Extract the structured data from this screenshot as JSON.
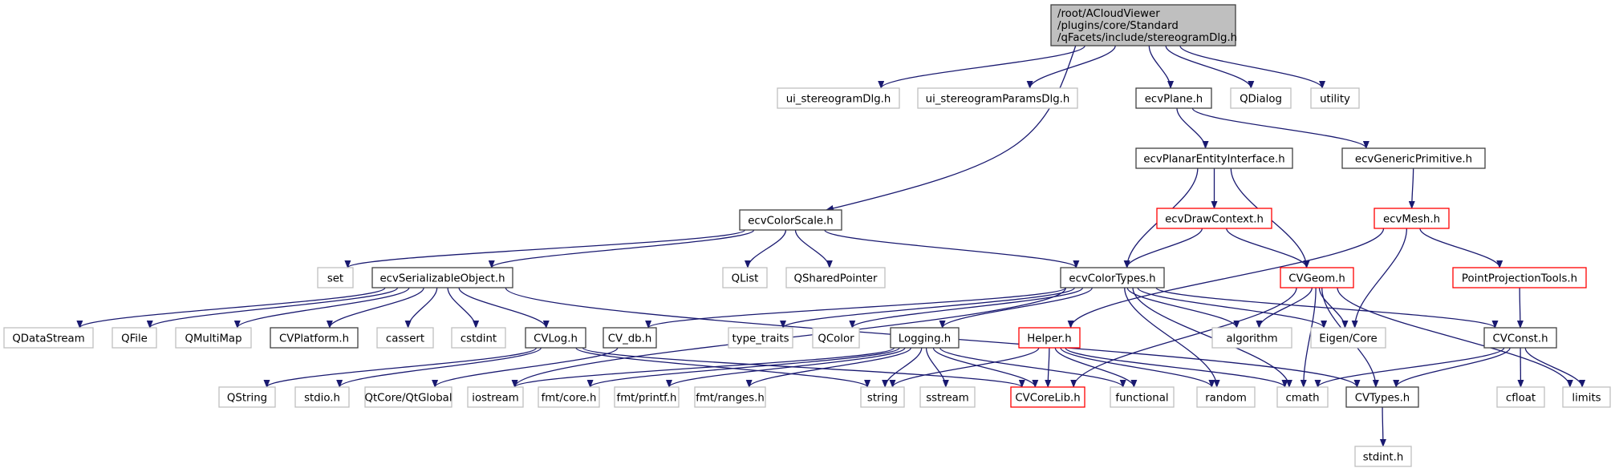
{
  "graph": {
    "title": "Include dependency graph for stereogramDlg.h",
    "colors": {
      "edge": "#191970",
      "root_fill": "#bfbfbf",
      "root_border": "#404040",
      "documented_border": "#404040",
      "external_border": "#bfbfbf",
      "truncated_border": "#ff0000",
      "node_fill": "#ffffff"
    },
    "nodes": [
      {
        "id": "root",
        "label": [
          "/root/ACloudViewer",
          "/plugins/core/Standard",
          "/qFacets/include/stereogramDlg.h"
        ],
        "kind": "root"
      },
      {
        "id": "ui_stereogramDlg",
        "label": [
          "ui_stereogramDlg.h"
        ],
        "kind": "external"
      },
      {
        "id": "ui_stereogramParamsDlg",
        "label": [
          "ui_stereogramParamsDlg.h"
        ],
        "kind": "external"
      },
      {
        "id": "ecvPlane",
        "label": [
          "ecvPlane.h"
        ],
        "kind": "documented"
      },
      {
        "id": "QDialog",
        "label": [
          "QDialog"
        ],
        "kind": "external"
      },
      {
        "id": "utility",
        "label": [
          "utility"
        ],
        "kind": "external"
      },
      {
        "id": "ecvPlanarEntityInterface",
        "label": [
          "ecvPlanarEntityInterface.h"
        ],
        "kind": "documented"
      },
      {
        "id": "ecvGenericPrimitive",
        "label": [
          "ecvGenericPrimitive.h"
        ],
        "kind": "documented"
      },
      {
        "id": "ecvColorScale",
        "label": [
          "ecvColorScale.h"
        ],
        "kind": "documented"
      },
      {
        "id": "ecvDrawContext",
        "label": [
          "ecvDrawContext.h"
        ],
        "kind": "truncated"
      },
      {
        "id": "ecvMesh",
        "label": [
          "ecvMesh.h"
        ],
        "kind": "truncated"
      },
      {
        "id": "set",
        "label": [
          "set"
        ],
        "kind": "external"
      },
      {
        "id": "ecvSerializableObject",
        "label": [
          "ecvSerializableObject.h"
        ],
        "kind": "documented"
      },
      {
        "id": "QList",
        "label": [
          "QList"
        ],
        "kind": "external"
      },
      {
        "id": "QSharedPointer",
        "label": [
          "QSharedPointer"
        ],
        "kind": "external"
      },
      {
        "id": "ecvColorTypes",
        "label": [
          "ecvColorTypes.h"
        ],
        "kind": "documented"
      },
      {
        "id": "CVGeom",
        "label": [
          "CVGeom.h"
        ],
        "kind": "truncated"
      },
      {
        "id": "PointProjectionTools",
        "label": [
          "PointProjectionTools.h"
        ],
        "kind": "truncated"
      },
      {
        "id": "QDataStream",
        "label": [
          "QDataStream"
        ],
        "kind": "external"
      },
      {
        "id": "QFile",
        "label": [
          "QFile"
        ],
        "kind": "external"
      },
      {
        "id": "QMultiMap",
        "label": [
          "QMultiMap"
        ],
        "kind": "external"
      },
      {
        "id": "CVPlatform",
        "label": [
          "CVPlatform.h"
        ],
        "kind": "documented"
      },
      {
        "id": "cassert",
        "label": [
          "cassert"
        ],
        "kind": "external"
      },
      {
        "id": "cstdint",
        "label": [
          "cstdint"
        ],
        "kind": "external"
      },
      {
        "id": "CVLog",
        "label": [
          "CVLog.h"
        ],
        "kind": "documented"
      },
      {
        "id": "CV_db",
        "label": [
          "CV_db.h"
        ],
        "kind": "documented"
      },
      {
        "id": "type_traits",
        "label": [
          "type_traits"
        ],
        "kind": "external"
      },
      {
        "id": "QColor",
        "label": [
          "QColor"
        ],
        "kind": "external"
      },
      {
        "id": "Logging",
        "label": [
          "Logging.h"
        ],
        "kind": "documented"
      },
      {
        "id": "Helper",
        "label": [
          "Helper.h"
        ],
        "kind": "truncated"
      },
      {
        "id": "algorithm",
        "label": [
          "algorithm"
        ],
        "kind": "external"
      },
      {
        "id": "EigenCore",
        "label": [
          "Eigen/Core"
        ],
        "kind": "external"
      },
      {
        "id": "CVConst",
        "label": [
          "CVConst.h"
        ],
        "kind": "documented"
      },
      {
        "id": "QString",
        "label": [
          "QString"
        ],
        "kind": "external"
      },
      {
        "id": "stdio",
        "label": [
          "stdio.h"
        ],
        "kind": "external"
      },
      {
        "id": "QtGlobal",
        "label": [
          "QtCore/QtGlobal"
        ],
        "kind": "external"
      },
      {
        "id": "iostream",
        "label": [
          "iostream"
        ],
        "kind": "external"
      },
      {
        "id": "fmtcore",
        "label": [
          "fmt/core.h"
        ],
        "kind": "external"
      },
      {
        "id": "fmtprintf",
        "label": [
          "fmt/printf.h"
        ],
        "kind": "external"
      },
      {
        "id": "fmtranges",
        "label": [
          "fmt/ranges.h"
        ],
        "kind": "external"
      },
      {
        "id": "string",
        "label": [
          "string"
        ],
        "kind": "external"
      },
      {
        "id": "sstream",
        "label": [
          "sstream"
        ],
        "kind": "external"
      },
      {
        "id": "CVCoreLib",
        "label": [
          "CVCoreLib.h"
        ],
        "kind": "truncated"
      },
      {
        "id": "functional",
        "label": [
          "functional"
        ],
        "kind": "external"
      },
      {
        "id": "random",
        "label": [
          "random"
        ],
        "kind": "external"
      },
      {
        "id": "cmath",
        "label": [
          "cmath"
        ],
        "kind": "external"
      },
      {
        "id": "CVTypes",
        "label": [
          "CVTypes.h"
        ],
        "kind": "documented"
      },
      {
        "id": "cfloat",
        "label": [
          "cfloat"
        ],
        "kind": "external"
      },
      {
        "id": "limits",
        "label": [
          "limits"
        ],
        "kind": "external"
      },
      {
        "id": "stdint",
        "label": [
          "stdint.h"
        ],
        "kind": "external"
      }
    ],
    "edges": [
      [
        "root",
        "ui_stereogramDlg"
      ],
      [
        "root",
        "ui_stereogramParamsDlg"
      ],
      [
        "root",
        "ecvColorScale"
      ],
      [
        "root",
        "ecvPlane"
      ],
      [
        "root",
        "QDialog"
      ],
      [
        "root",
        "utility"
      ],
      [
        "ecvPlane",
        "ecvPlanarEntityInterface"
      ],
      [
        "ecvPlane",
        "ecvGenericPrimitive"
      ],
      [
        "ecvPlanarEntityInterface",
        "ecvColorTypes"
      ],
      [
        "ecvPlanarEntityInterface",
        "ecvDrawContext"
      ],
      [
        "ecvPlanarEntityInterface",
        "CVGeom"
      ],
      [
        "ecvGenericPrimitive",
        "ecvMesh"
      ],
      [
        "ecvDrawContext",
        "ecvColorTypes"
      ],
      [
        "ecvDrawContext",
        "CVGeom"
      ],
      [
        "ecvMesh",
        "Helper"
      ],
      [
        "ecvMesh",
        "EigenCore"
      ],
      [
        "ecvMesh",
        "PointProjectionTools"
      ],
      [
        "PointProjectionTools",
        "CVConst"
      ],
      [
        "ecvColorScale",
        "set"
      ],
      [
        "ecvColorScale",
        "ecvSerializableObject"
      ],
      [
        "ecvColorScale",
        "QList"
      ],
      [
        "ecvColorScale",
        "QSharedPointer"
      ],
      [
        "ecvColorScale",
        "ecvColorTypes"
      ],
      [
        "ecvSerializableObject",
        "QDataStream"
      ],
      [
        "ecvSerializableObject",
        "QFile"
      ],
      [
        "ecvSerializableObject",
        "QMultiMap"
      ],
      [
        "ecvSerializableObject",
        "CVPlatform"
      ],
      [
        "ecvSerializableObject",
        "cassert"
      ],
      [
        "ecvSerializableObject",
        "cstdint"
      ],
      [
        "ecvSerializableObject",
        "CVLog"
      ],
      [
        "ecvSerializableObject",
        "CVTypes"
      ],
      [
        "CVLog",
        "QString"
      ],
      [
        "CVLog",
        "stdio"
      ],
      [
        "CVLog",
        "CVCoreLib"
      ],
      [
        "CVLog",
        "string"
      ],
      [
        "CV_db",
        "QtGlobal"
      ],
      [
        "ecvColorTypes",
        "CV_db"
      ],
      [
        "ecvColorTypes",
        "type_traits"
      ],
      [
        "ecvColorTypes",
        "QColor"
      ],
      [
        "ecvColorTypes",
        "Logging"
      ],
      [
        "ecvColorTypes",
        "iostream"
      ],
      [
        "ecvColorTypes",
        "algorithm"
      ],
      [
        "ecvColorTypes",
        "EigenCore"
      ],
      [
        "ecvColorTypes",
        "CVConst"
      ],
      [
        "ecvColorTypes",
        "random"
      ],
      [
        "ecvColorTypes",
        "cmath"
      ],
      [
        "Logging",
        "iostream"
      ],
      [
        "Logging",
        "fmtcore"
      ],
      [
        "Logging",
        "fmtprintf"
      ],
      [
        "Logging",
        "fmtranges"
      ],
      [
        "Logging",
        "string"
      ],
      [
        "Logging",
        "sstream"
      ],
      [
        "Logging",
        "CVCoreLib"
      ],
      [
        "Logging",
        "functional"
      ],
      [
        "Helper",
        "string"
      ],
      [
        "Helper",
        "CVCoreLib"
      ],
      [
        "Helper",
        "functional"
      ],
      [
        "Helper",
        "random"
      ],
      [
        "Helper",
        "cmath"
      ],
      [
        "CVGeom",
        "CVCoreLib"
      ],
      [
        "CVGeom",
        "algorithm"
      ],
      [
        "CVGeom",
        "EigenCore"
      ],
      [
        "CVGeom",
        "cmath"
      ],
      [
        "CVGeom",
        "CVTypes"
      ],
      [
        "CVGeom",
        "limits"
      ],
      [
        "CVConst",
        "cmath"
      ],
      [
        "CVConst",
        "CVTypes"
      ],
      [
        "CVConst",
        "cfloat"
      ],
      [
        "CVConst",
        "limits"
      ],
      [
        "CVTypes",
        "stdint"
      ]
    ]
  }
}
